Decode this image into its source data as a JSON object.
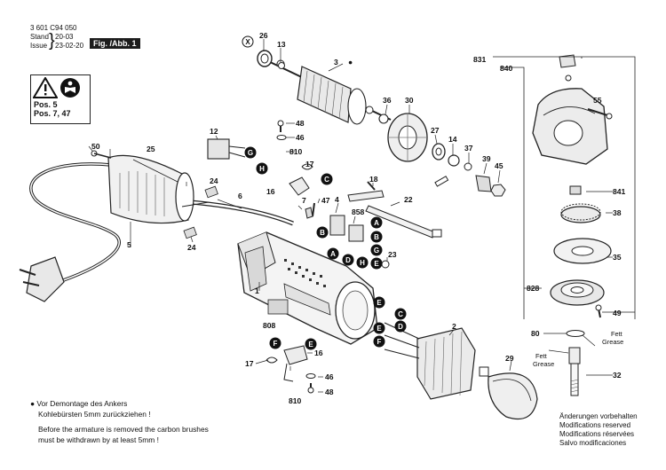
{
  "header": {
    "part_number": "3 601 C94 050",
    "stand_label": "Stand",
    "stand_date": "20-03",
    "issue_label": "Issue",
    "issue_date": "23-02-20",
    "figure_label": "Fig. /Abb. 1"
  },
  "warning_box": {
    "pos1": "Pos. 5",
    "pos2": "Pos. 7, 47"
  },
  "notes": {
    "de_line1": "Vor Demontage des Ankers",
    "de_line2": "Kohlebürsten 5mm zurückziehen !",
    "en_line1": "Before the armature is removed the carbon brushes",
    "en_line2": "must be withdrawn by at least 5mm !",
    "mod_de": "Änderungen vorbehalten",
    "mod_en": "Modifications reserved",
    "mod_fr": "Modifications réservées",
    "mod_es": "Salvo modificaciones"
  },
  "grease": {
    "fett1": "Fett",
    "grease1": "Grease",
    "fett2": "Fett",
    "grease2": "Grease"
  },
  "markers": {
    "x": "X",
    "a": "A",
    "b": "B",
    "c": "C",
    "d": "D",
    "e": "E",
    "f": "F",
    "g": "G",
    "h": "H"
  },
  "parts": {
    "p1": "1",
    "p2": "2",
    "p3": "3",
    "p4": "4",
    "p5": "5",
    "p6": "6",
    "p7": "7",
    "p12": "12",
    "p13": "13",
    "p14": "14",
    "p16": "16",
    "p17": "17",
    "p18": "18",
    "p22": "22",
    "p23": "23",
    "p24": "24",
    "p25": "25",
    "p26": "26",
    "p27": "27",
    "p29": "29",
    "p30": "30",
    "p32": "32",
    "p35": "35",
    "p36": "36",
    "p37": "37",
    "p38": "38",
    "p39": "39",
    "p45": "45",
    "p46": "46",
    "p47": "47",
    "p48": "48",
    "p49": "49",
    "p50": "50",
    "p55": "55",
    "p80": "80",
    "p808": "808",
    "p810": "810",
    "p828": "828",
    "p831": "831",
    "p840": "840",
    "p841": "841",
    "p858": "858"
  }
}
